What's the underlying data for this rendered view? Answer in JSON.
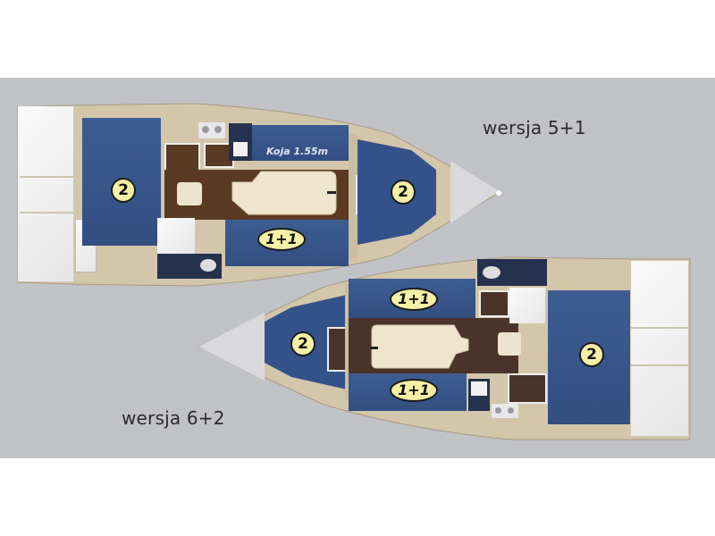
{
  "diagram": {
    "type": "yacht-layout-floor-plans",
    "background_band_color": "#c1c2c6",
    "plans": [
      {
        "id": "version-5-1",
        "label": "wersja 5+1",
        "orientation": "bow-right",
        "berths": [
          {
            "location": "aft-cabin",
            "label": "2"
          },
          {
            "location": "saloon-port",
            "label": "1+1"
          },
          {
            "location": "forepeak",
            "label": "2"
          }
        ],
        "annotation": "Koja 1.55m"
      },
      {
        "id": "version-6-2",
        "label": "wersja 6+2",
        "orientation": "bow-left",
        "berths": [
          {
            "location": "forepeak",
            "label": "2"
          },
          {
            "location": "saloon-starboard",
            "label": "1+1"
          },
          {
            "location": "saloon-port",
            "label": "1+1"
          },
          {
            "location": "aft-cabin",
            "label": "2"
          }
        ]
      }
    ]
  },
  "colors": {
    "berth_blue": "#35548a",
    "floor_wood": "#5a3a22",
    "badge_fill": "#f6f0a6",
    "hull_beige": "#cdbda0",
    "deck_white": "#f2f2f3"
  }
}
